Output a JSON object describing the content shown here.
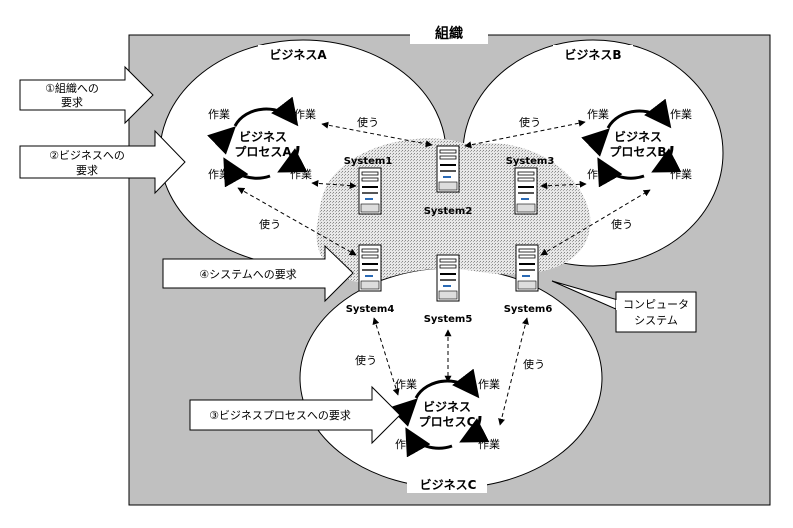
{
  "title": "組織",
  "businesses": {
    "a": {
      "label": "ビジネスA",
      "process": [
        "ビジネス",
        "プロセスA"
      ]
    },
    "b": {
      "label": "ビジネスB",
      "process": [
        "ビジネス",
        "プロセスB"
      ]
    },
    "c": {
      "label": "ビジネスC",
      "process": [
        "ビジネス",
        "プロセスC"
      ]
    }
  },
  "work_label": "作業",
  "use_label": "使う",
  "systems": [
    "System1",
    "System2",
    "System3",
    "System4",
    "System5",
    "System6"
  ],
  "requests": {
    "org": [
      "①組織への",
      "要求"
    ],
    "business": [
      "②ビジネスへの",
      "要求"
    ],
    "process": "③ビジネスプロセスへの要求",
    "system": "④システムへの要求"
  },
  "callout": [
    "コンピュータ",
    "システム"
  ],
  "colors": {
    "background": "#c0c0c0",
    "ellipse": "#ffffff",
    "hatch": "#d8d8d8",
    "line": "#000000"
  }
}
